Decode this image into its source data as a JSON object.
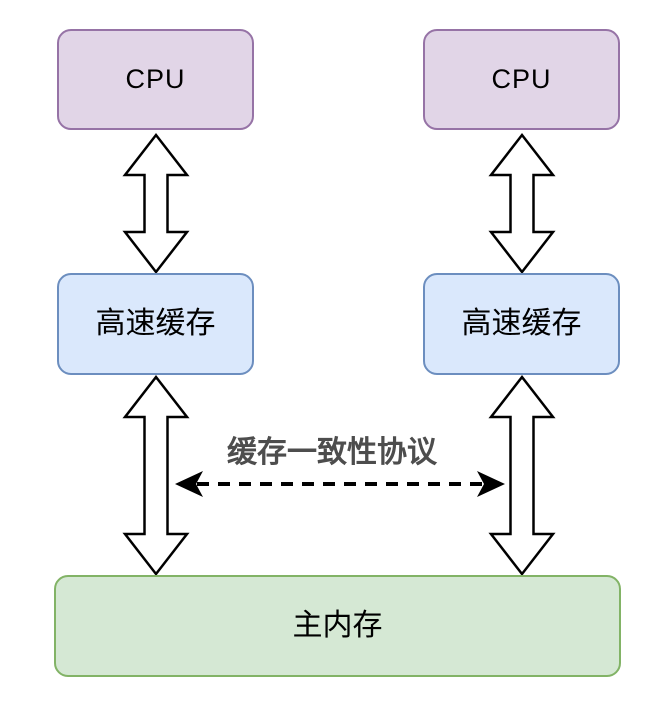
{
  "diagram": {
    "type": "architecture-diagram",
    "topic": "CPU cache coherence",
    "nodes": [
      {
        "id": "cpu-left",
        "label": "CPU"
      },
      {
        "id": "cpu-right",
        "label": "CPU"
      },
      {
        "id": "cache-left",
        "label": "高速缓存"
      },
      {
        "id": "cache-right",
        "label": "高速缓存"
      },
      {
        "id": "memory",
        "label": "主内存"
      }
    ],
    "edges": [
      {
        "from": "cpu-left",
        "to": "cache-left",
        "style": "hollow-double-arrow",
        "label": ""
      },
      {
        "from": "cpu-right",
        "to": "cache-right",
        "style": "hollow-double-arrow",
        "label": ""
      },
      {
        "from": "cache-left",
        "to": "memory",
        "style": "hollow-double-arrow",
        "label": ""
      },
      {
        "from": "cache-right",
        "to": "memory",
        "style": "hollow-double-arrow",
        "label": ""
      },
      {
        "from": "cache-left",
        "to": "cache-right",
        "style": "dashed-double-arrow",
        "label": "缓存一致性协议"
      }
    ],
    "colors": {
      "cpu_fill": "#E1D5E7",
      "cpu_border": "#9673A6",
      "cache_fill": "#DAE8FC",
      "cache_border": "#6C8EBF",
      "memory_fill": "#D5E8D4",
      "memory_border": "#82B366",
      "arrow_fill": "#FFFFFF",
      "arrow_stroke": "#000000",
      "label_color": "#4D4D4D"
    }
  }
}
